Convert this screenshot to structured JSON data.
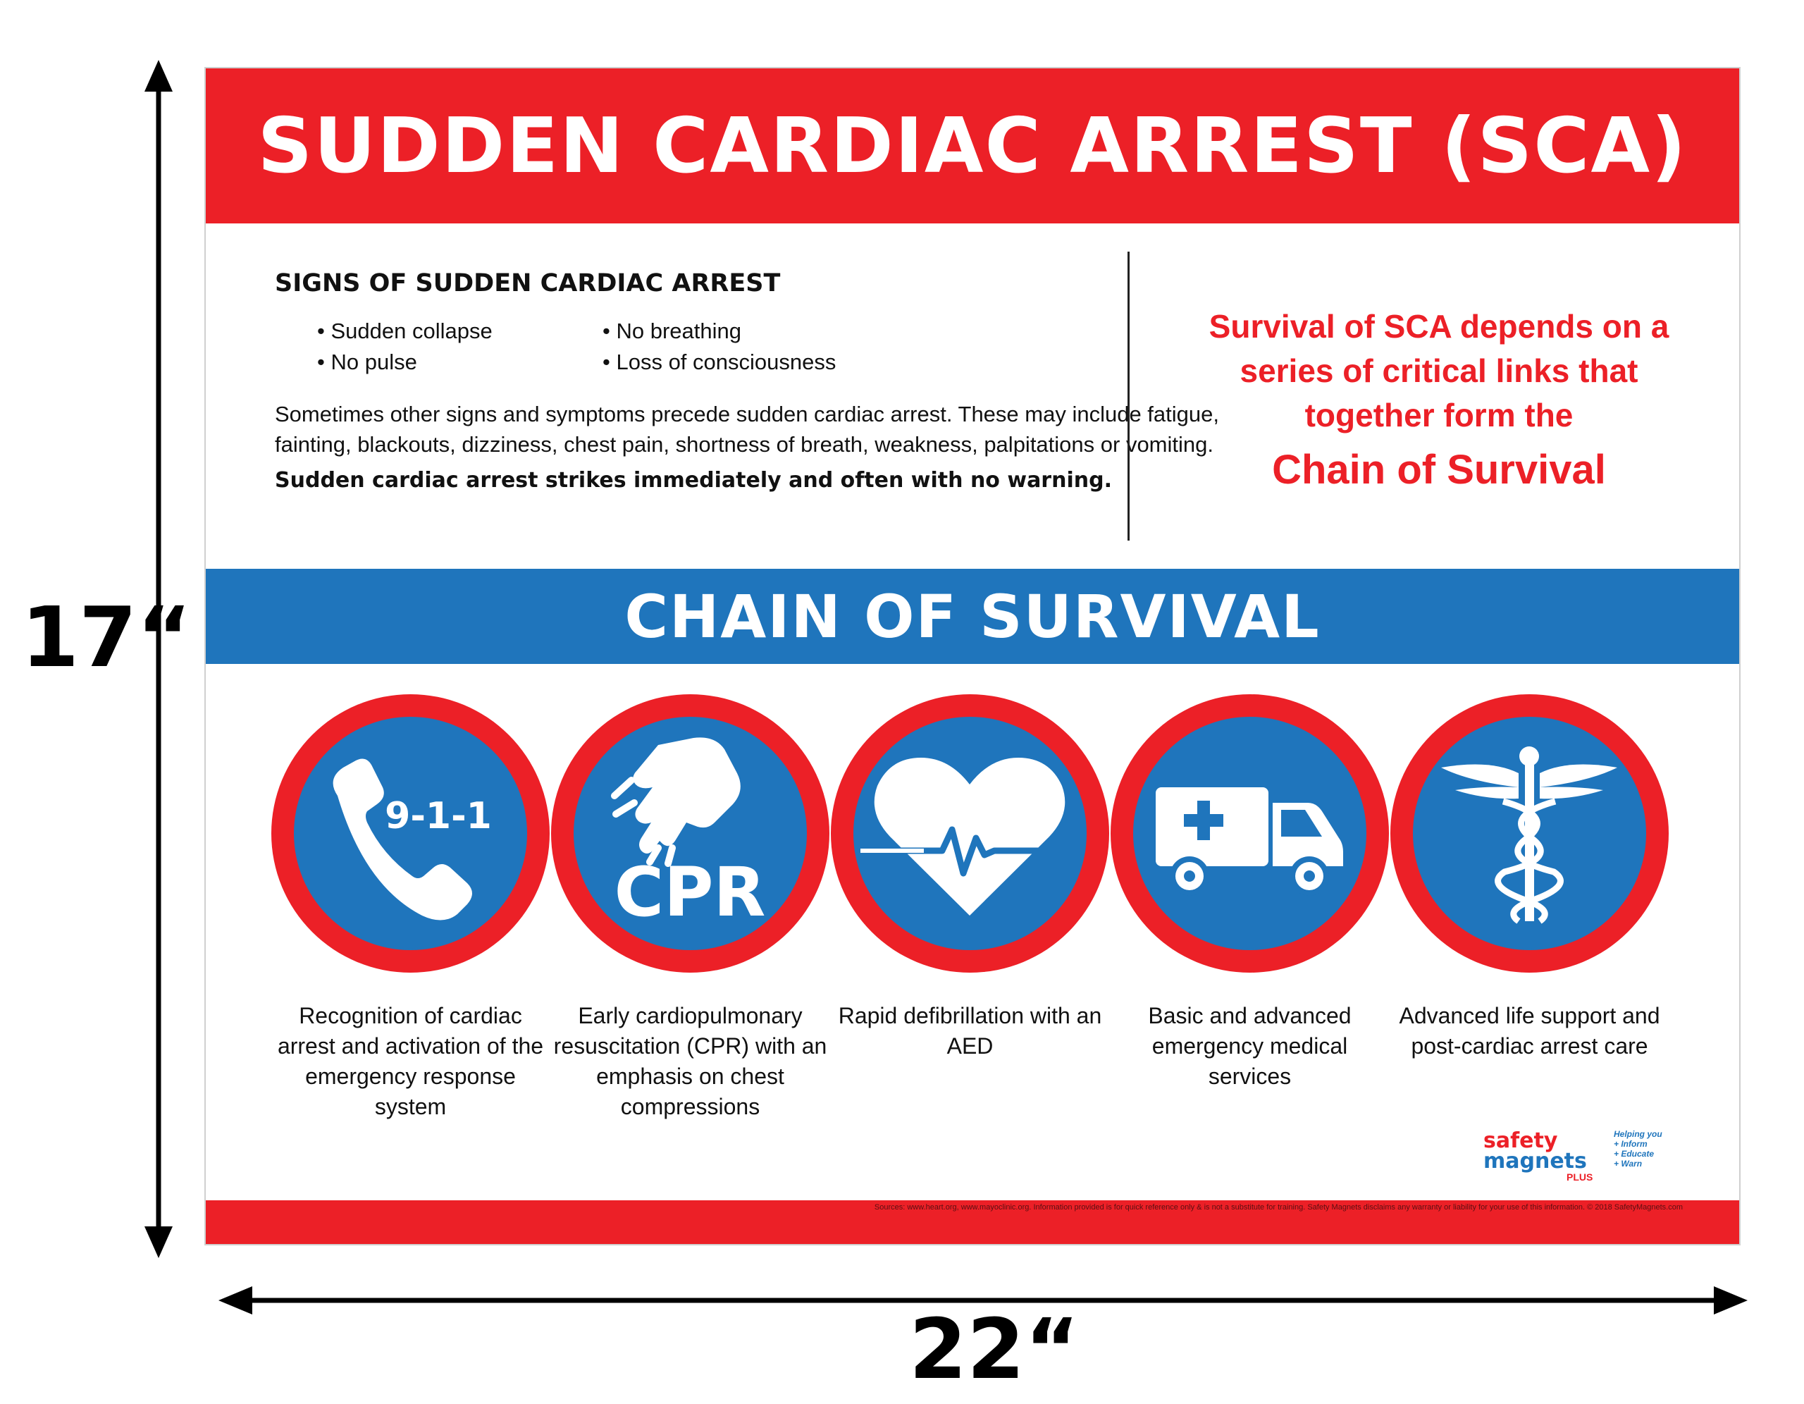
{
  "dimensions": {
    "height_label": "17“",
    "width_label": "22“"
  },
  "poster": {
    "title": "SUDDEN CARDIAC ARREST (SCA)",
    "signs": {
      "heading": "SIGNS OF SUDDEN CARDIAC ARREST",
      "items": [
        "Sudden collapse",
        "No breathing",
        "No pulse",
        "Loss of consciousness"
      ],
      "paragraph": "Sometimes other signs and symptoms precede sudden cardiac arrest. These may include fatigue, fainting, blackouts, dizziness, chest pain, shortness of breath, weakness, palpitations or vomiting.",
      "warning": "Sudden cardiac arrest strikes immediately and often with no warning."
    },
    "survival_note": {
      "lines": [
        "Survival of SCA depends on a",
        "series of critical links that",
        "together form the"
      ],
      "emphasis": "Chain of Survival"
    },
    "chain_title": "CHAIN OF SURVIVAL",
    "steps": [
      {
        "icon": "phone-911-icon",
        "icon_text": "9-1-1",
        "caption": "Recognition of cardiac arrest and activation of the emergency response system"
      },
      {
        "icon": "cpr-hands-icon",
        "icon_text": "CPR",
        "caption": "Early cardiopulmonary resuscitation (CPR) with an emphasis on chest compressions"
      },
      {
        "icon": "heart-ecg-icon",
        "icon_text": "",
        "caption": "Rapid defibrillation with an AED"
      },
      {
        "icon": "ambulance-icon",
        "icon_text": "",
        "caption": "Basic and advanced emergency medical services"
      },
      {
        "icon": "caduceus-icon",
        "icon_text": "",
        "caption": "Advanced life support and post-cardiac arrest care"
      }
    ],
    "brand": {
      "name_top": "safety",
      "name_bottom": "magnets",
      "plus": "PLUS",
      "tagline": [
        "Helping you",
        "+ Inform",
        "+ Educate",
        "+ Warn"
      ]
    },
    "footer": "Sources: www.heart.org, www.mayoclinic.org. Information provided is for quick reference only & is not a substitute for training. Safety Magnets disclaims any warranty or liability for your use of this information. © 2018 SafetyMagnets.com"
  },
  "colors": {
    "red": "#ec2027",
    "blue": "#1f75bc"
  }
}
